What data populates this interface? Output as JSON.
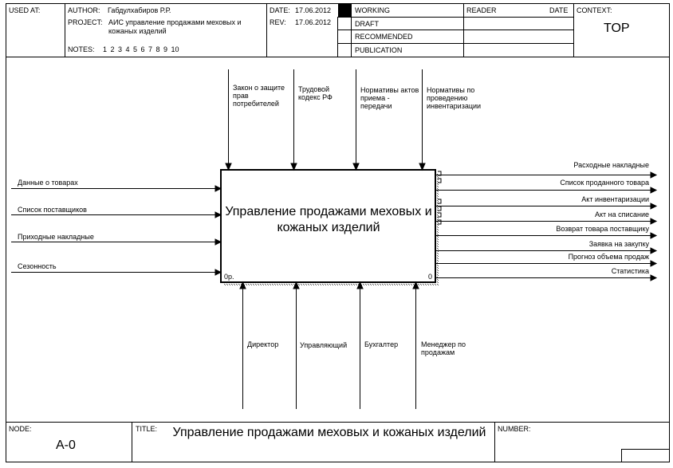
{
  "header": {
    "used_at_label": "USED AT:",
    "author_label": "AUTHOR:",
    "author_value": "Габдулхабиров Р.Р.",
    "project_label": "PROJECT:",
    "project_value": "АИС управление продажами меховых и кожаных изделий",
    "notes_label": "NOTES:",
    "notes_value": "1 2 3 4 5 6 7 8 9 10",
    "date_label": "DATE:",
    "date_value": "17.06.2012",
    "rev_label": "REV:",
    "rev_value": "17.06.2012",
    "status": [
      "WORKING",
      "DRAFT",
      "RECOMMENDED",
      "PUBLICATION"
    ],
    "reader_label": "READER",
    "reader_date_label": "DATE",
    "context_label": "CONTEXT:",
    "context_value": "TOP"
  },
  "activity": {
    "title": "Управление продажами меховых и кожаных изделий",
    "left_code": "0р.",
    "right_code": "0"
  },
  "controls": [
    "Закон о защите прав потребителей",
    "Трудовой кодекс РФ",
    "Нормативы актов приема - передачи",
    "Нормативы по проведению инвентаризации"
  ],
  "inputs": [
    "Данные о товарах",
    "Список поставщиков",
    "Приходные накладные",
    "Сезонность"
  ],
  "outputs": [
    "Расходные накладные",
    "Список проданного товара",
    "Акт инвентаризации",
    "Акт на списание",
    "Возврат товара поставщику",
    "Заявка на закупку",
    "Прогноз объема продаж",
    "Статистика"
  ],
  "mechanisms": [
    "Директор",
    "Управляющий",
    "Бухгалтер",
    "Менеджер по продажам"
  ],
  "footer": {
    "node_label": "NODE:",
    "node_value": "А-0",
    "title_label": "TITLE:",
    "title_value": "Управление продажами  меховых и кожаных изделий",
    "number_label": "NUMBER:"
  }
}
